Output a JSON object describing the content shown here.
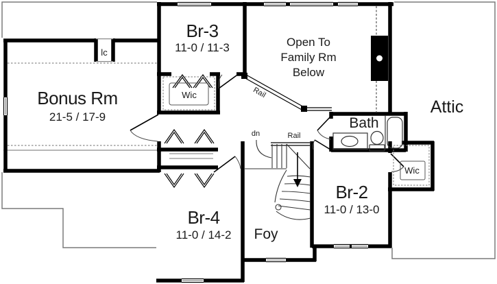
{
  "rooms": {
    "bonus": {
      "name": "Bonus Rm",
      "dims": "21-5 / 17-9"
    },
    "br3": {
      "name": "Br-3",
      "dims": "11-0 / 11-3"
    },
    "br4": {
      "name": "Br-4",
      "dims": "11-0 / 14-2"
    },
    "br2": {
      "name": "Br-2",
      "dims": "11-0 / 13-0"
    },
    "bath": {
      "name": "Bath"
    },
    "foy": {
      "name": "Foy"
    },
    "attic": {
      "name": "Attic"
    },
    "open_below": {
      "line1": "Open To",
      "line2": "Family Rm",
      "line3": "Below"
    }
  },
  "labels": {
    "closet_br3": "Wic",
    "closet_br2": "Wic",
    "linen_closet": "lc",
    "rail_diag": "Rail",
    "rail_stair": "Rail",
    "down": "dn"
  },
  "colors": {
    "wall": "#000000",
    "roof_outline": "#7a7a7a",
    "window_fill": "#b5b5b5",
    "background": "#ffffff",
    "text": "#1a1a1a"
  }
}
